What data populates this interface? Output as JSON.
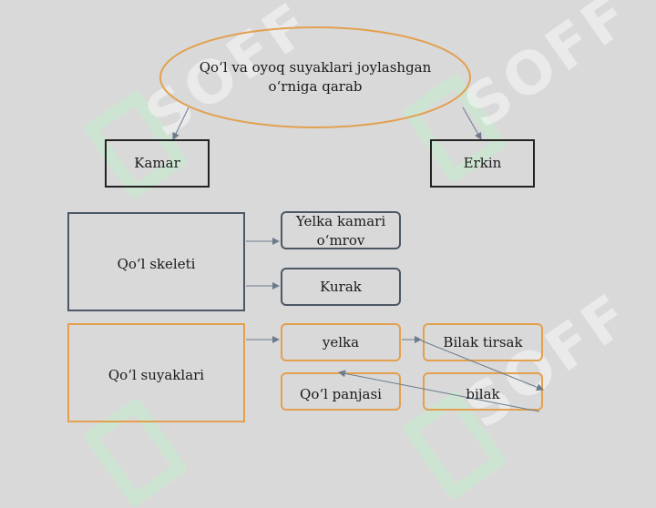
{
  "diagram": {
    "root": {
      "text_line1": "Qo‘l va oyoq suyaklari joylashgan",
      "text_line2": "o‘rniga qarab"
    },
    "kamar": "Kamar",
    "erkin": "Erkin",
    "skeleti": "Qo‘l skeleti",
    "yelka_kamari_line1": "Yelka kamari",
    "yelka_kamari_line2": "o‘mrov",
    "kurak": "Kurak",
    "suyaklari": "Qo‘l suyaklari",
    "yelka": "yelka",
    "bilak_tirsak": "Bilak tirsak",
    "qol_panjasi": "Qo‘l panjasi",
    "bilak": "bilak"
  },
  "watermark": {
    "text": "SOFF"
  },
  "colors": {
    "background": "#d9d9d9",
    "ellipse_border": "#e3a04f",
    "orange_border": "#e3a04f",
    "dark_border": "#333333",
    "slate_border": "#4d5866",
    "arrow": "#6b7b8c",
    "watermark_green": "#c9e8cf"
  }
}
